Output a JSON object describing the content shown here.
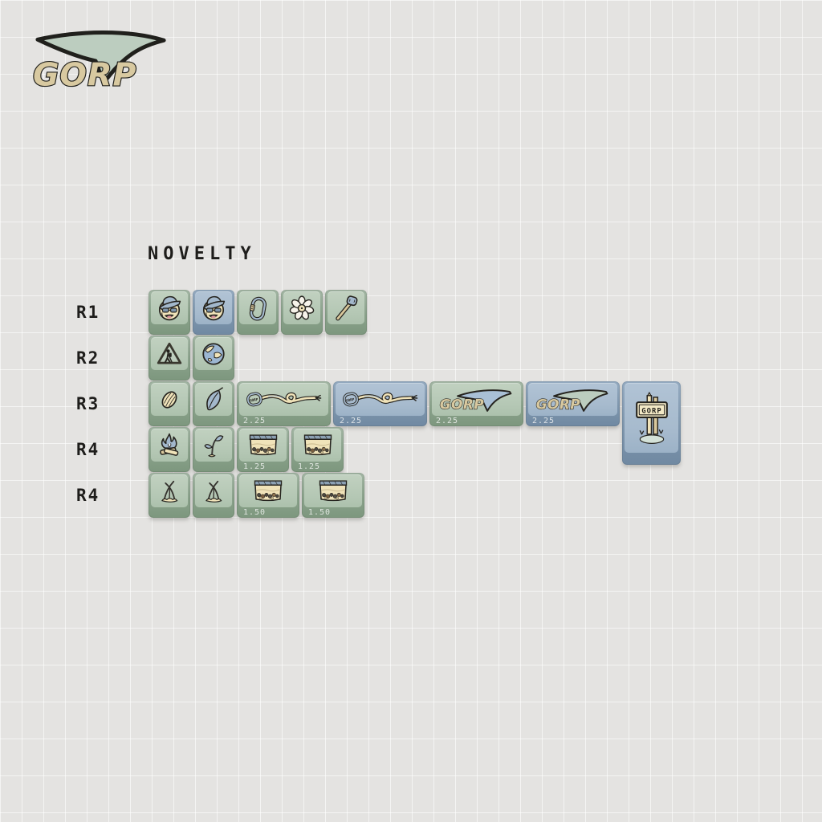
{
  "brand": {
    "logo_text": "GORP"
  },
  "section_title": "NOVELTY",
  "kit": {
    "rows": [
      {
        "label": "R1",
        "keys": [
          {
            "icon": "camper-face",
            "color": "green",
            "u": 1,
            "legend": ""
          },
          {
            "icon": "camper-face",
            "color": "blue",
            "u": 1,
            "legend": ""
          },
          {
            "icon": "carabiner",
            "color": "green",
            "u": 1,
            "legend": ""
          },
          {
            "icon": "daisy",
            "color": "green",
            "u": 1,
            "legend": ""
          },
          {
            "icon": "marshmallow-stick",
            "color": "green",
            "u": 1,
            "legend": ""
          }
        ]
      },
      {
        "label": "R2",
        "keys": [
          {
            "icon": "hiker-warning-sign",
            "color": "green",
            "u": 1,
            "legend": ""
          },
          {
            "icon": "globe",
            "color": "green",
            "u": 1,
            "legend": ""
          }
        ]
      },
      {
        "label": "R3",
        "keys": [
          {
            "icon": "seed",
            "color": "green",
            "u": 1,
            "legend": ""
          },
          {
            "icon": "leaf",
            "color": "green",
            "u": 1,
            "legend": ""
          },
          {
            "icon": "rope-knot-carabiner",
            "color": "green",
            "u": 2.25,
            "legend": "2.25"
          },
          {
            "icon": "rope-knot-carabiner",
            "color": "blue",
            "u": 2.25,
            "legend": "2.25"
          },
          {
            "icon": "gorp-logo",
            "color": "green",
            "u": 2.25,
            "legend": "2.25"
          },
          {
            "icon": "gorp-logo",
            "color": "blue",
            "u": 2.25,
            "legend": "2.25"
          },
          {
            "icon": "trail-sign",
            "color": "blue",
            "u": 1.4,
            "tall": true,
            "legend": ""
          }
        ]
      },
      {
        "label": "R4",
        "keys": [
          {
            "icon": "campfire",
            "color": "green",
            "u": 1,
            "legend": ""
          },
          {
            "icon": "seedling",
            "color": "green",
            "u": 1,
            "legend": ""
          },
          {
            "icon": "trail-mix-bag",
            "color": "green",
            "u": 1.25,
            "legend": "1.25"
          },
          {
            "icon": "trail-mix-bag",
            "color": "green",
            "u": 1.25,
            "legend": "1.25"
          }
        ]
      },
      {
        "label": "R4",
        "keys": [
          {
            "icon": "grass",
            "color": "green",
            "u": 1,
            "legend": ""
          },
          {
            "icon": "grass",
            "color": "green",
            "u": 1,
            "legend": ""
          },
          {
            "icon": "trail-mix-bag",
            "color": "green",
            "u": 1.5,
            "legend": "1.50"
          },
          {
            "icon": "trail-mix-bag",
            "color": "green",
            "u": 1.5,
            "legend": "1.50"
          }
        ]
      }
    ]
  },
  "colors": {
    "background": "#e4e3e1",
    "grid_line": "#f5f4f3",
    "green_key_top": "#b7c9b7",
    "green_key_side": "#829b83",
    "blue_key_top": "#a8bcce",
    "blue_key_side": "#7e96ad",
    "outline": "#26241f",
    "cream": "#f0e3b9",
    "tan": "#d9c89c",
    "blue_icon": "#a3b8cc",
    "blue_icon_dark": "#7e95ab",
    "pink": "#e09aa2",
    "white": "#f6f3ea",
    "mound_green": "#d4e2d8",
    "logo_text_fill": "#d8c9a0",
    "logo_swoosh_green": "#bccdbf",
    "logo_swoosh_blue": "#a9c0d6",
    "legend_text": "#eef2ee"
  }
}
